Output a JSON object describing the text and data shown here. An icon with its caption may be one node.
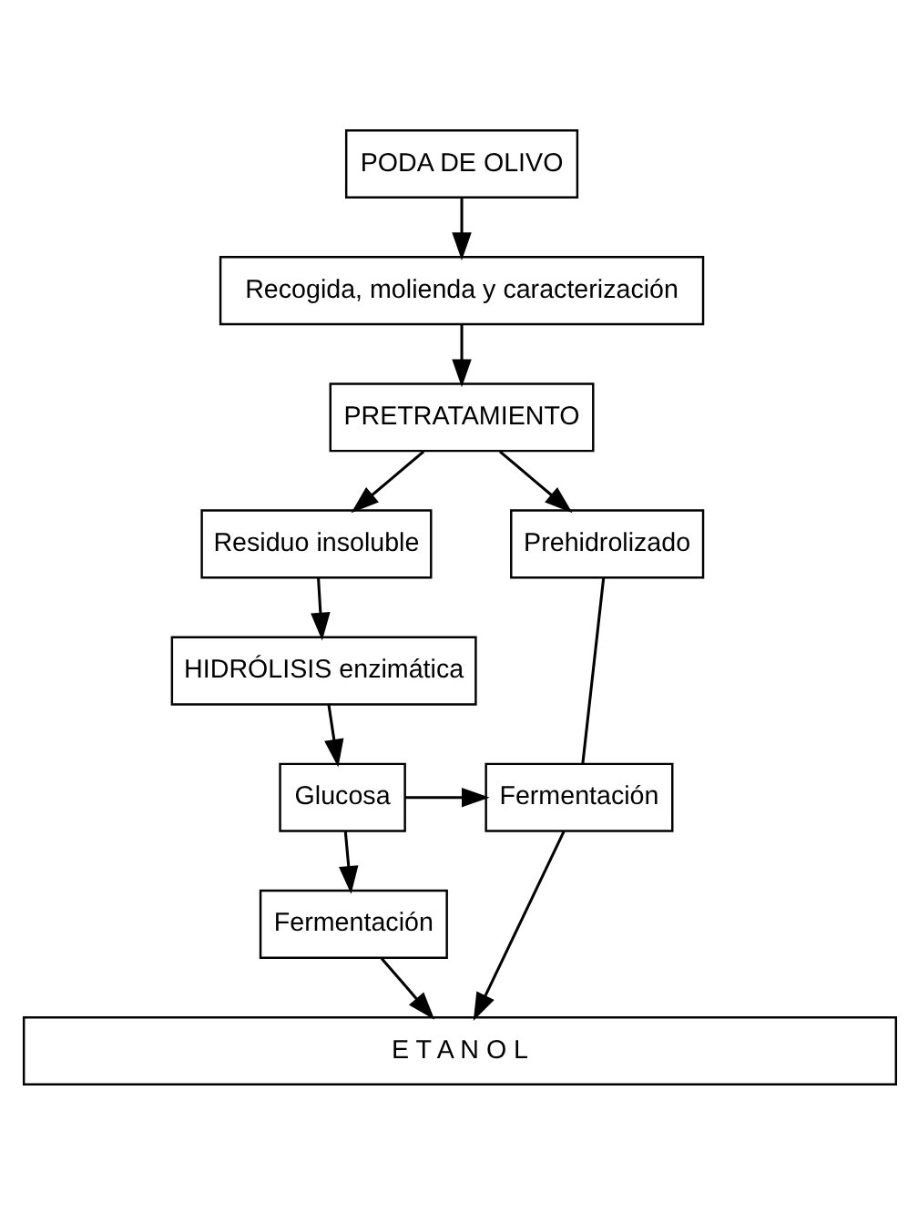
{
  "diagram": {
    "nodes": [
      {
        "text": [
          "PODA DE OLIVO"
        ]
      },
      {
        "text": [
          "Recogida, molienda y caracterización"
        ]
      },
      {
        "text": [
          "PRETRATAMIENTO"
        ]
      },
      {
        "text": [
          "Prehidrolizado"
        ]
      },
      {
        "text": [
          "Residuo insoluble"
        ]
      },
      {
        "text": [
          "HIDRÓLISIS enzimática"
        ]
      },
      {
        "text": [
          "Glucosa"
        ]
      },
      {
        "text": [
          "Fermentación"
        ]
      },
      {
        "text": [
          "Fermentación"
        ]
      },
      {
        "text": [
          "E T A N O L"
        ]
      }
    ],
    "edges": [
      {
        "from": 0,
        "to": 1,
        "arrow": "to"
      },
      {
        "from": 1,
        "to": 2,
        "arrow": "to"
      },
      {
        "from": 2,
        "to": 3,
        "arrow": "to"
      },
      {
        "from": 2,
        "to": 4,
        "arrow": "to"
      },
      {
        "from": 4,
        "to": 5,
        "arrow": "to"
      },
      {
        "from": 5,
        "to": 6,
        "arrow": "to"
      },
      {
        "from": 3,
        "to": 7,
        "arrow": "none"
      },
      {
        "from": 6,
        "to": 7,
        "arrow": "to"
      },
      {
        "from": 6,
        "to": 8,
        "arrow": "to"
      },
      {
        "from": 7,
        "to": 9,
        "arrow": "to"
      },
      {
        "from": 8,
        "to": 9,
        "arrow": "to"
      }
    ]
  }
}
